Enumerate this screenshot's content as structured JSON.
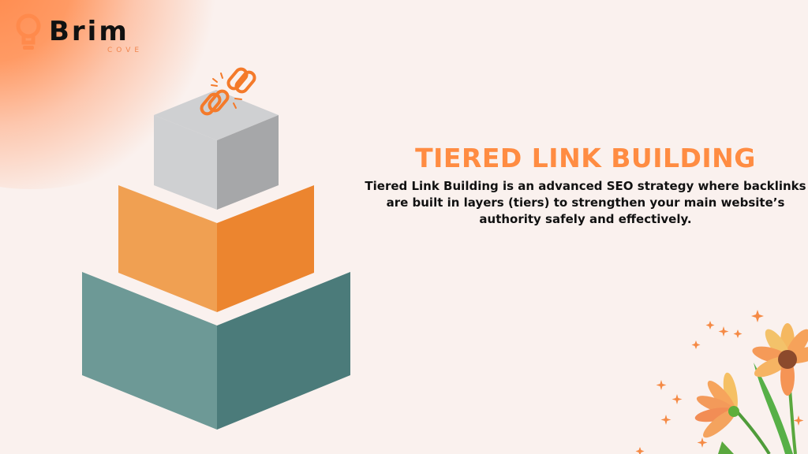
{
  "brand": {
    "name": "Brim",
    "sub": "COVE",
    "accent": "#ff8c42"
  },
  "heading": {
    "title": "TIERED LINK BUILDING",
    "description": "Tiered Link Building is an advanced SEO strategy where backlinks are built in layers (tiers) to strengthen your main website’s authority safely and effectively."
  },
  "illustration": {
    "tiers": [
      {
        "name": "tier-top",
        "left_color": "#cfd0d2",
        "right_color": "#a6a7a9"
      },
      {
        "name": "tier-middle",
        "left_color": "#f0a052",
        "right_color": "#ec852f"
      },
      {
        "name": "tier-bottom",
        "left_color": "#6d9996",
        "right_color": "#4b7b7a"
      }
    ],
    "icon": "broken-link-icon",
    "decoration": "watercolor-flowers"
  }
}
